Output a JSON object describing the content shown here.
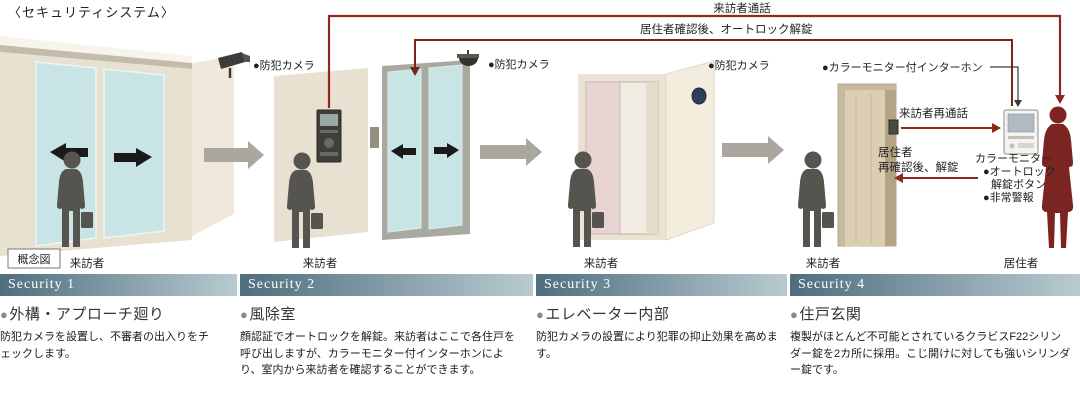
{
  "title": "〈セキュリティシステム〉",
  "concept_label": "概念図",
  "bullet": "●",
  "flow": {
    "visitor_call": "来訪者通話",
    "autolock_release": "居住者確認後、オートロック解錠",
    "visitor_recall": "来訪者再通話",
    "resident_recheck1": "居住者",
    "resident_recheck2": "再確認後、解錠"
  },
  "labels": {
    "camera": "●防犯カメラ",
    "intercom": "●カラーモニター付インターホン",
    "color_monitor": "カラーモニター",
    "autolock_btn1": "●オートロック",
    "autolock_btn2": "解錠ボタン",
    "alarm": "●非常警報",
    "visitor": "来訪者",
    "resident": "居住者"
  },
  "sections": [
    {
      "header": "Security 1",
      "title": "外構・アプローチ廻り",
      "desc": "防犯カメラを設置し、不審者の出入りをチェックします。"
    },
    {
      "header": "Security 2",
      "title": "風除室",
      "desc": "顔認証でオートロックを解錠。来訪者はここで各住戸を呼び出しますが、カラーモニター付インターホンにより、室内から来訪者を確認することができます。"
    },
    {
      "header": "Security 3",
      "title": "エレベーター内部",
      "desc": "防犯カメラの設置により犯罪の抑止効果を高めます。"
    },
    {
      "header": "Security 4",
      "title": "住戸玄関",
      "desc": "複製がほとんど不可能とされているクラビスF22シリンダー錠を2カ所に採用。こじ開けに対しても強いシリンダー錠です。"
    }
  ],
  "colors": {
    "flow_red": "#8b2a1c",
    "flow_dark_red": "#7a2318",
    "scene_arrow_gray": "#aaa79e",
    "header_gradient_start": "#4f6e7e",
    "header_gradient_end": "#b9cad1",
    "glass": "#c8e4e4",
    "wall": "#e8e0d1"
  }
}
